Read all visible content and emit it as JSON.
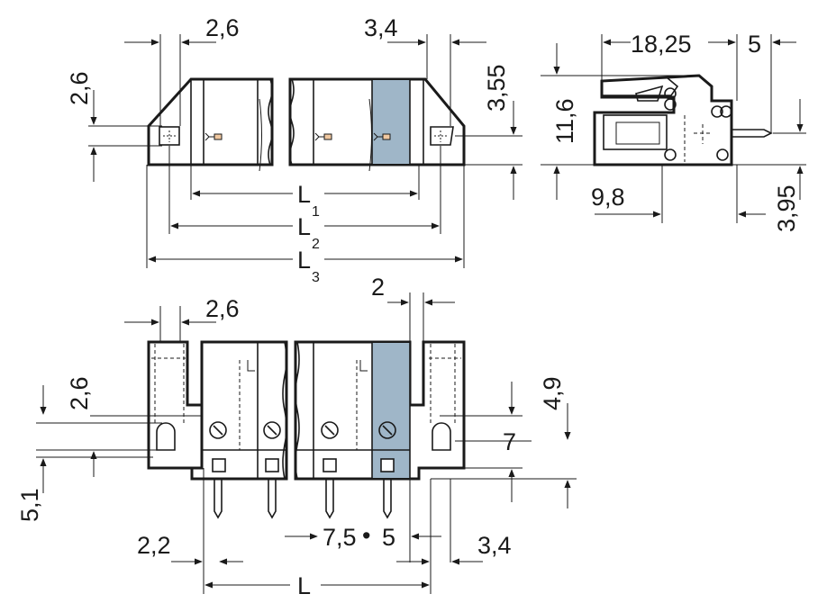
{
  "colors": {
    "housing": "#cfd0d2",
    "housing_dark": "#a8aaad",
    "highlight": "#9fb6c8",
    "outline": "#1a1a1a",
    "pin": "#f0c8a0",
    "background": "#ffffff"
  },
  "dimensions": {
    "top_left_width": "2,6",
    "top_right_width": "3,4",
    "top_left_height": "2,6",
    "top_right_height": "3,55",
    "side_length": "18,25",
    "side_pin": "5",
    "side_height": "11,6",
    "side_depth": "9,8",
    "side_pin_offset": "3,95",
    "front_left_width": "2,6",
    "front_pitch_label": "2",
    "front_left_height": "2,6",
    "front_right_height": "4,9",
    "front_mid_height": "7",
    "front_pin_length": "5,1",
    "front_left_offset": "2,2",
    "front_pitch_a": "7,5",
    "front_pitch_b": "5",
    "front_right_offset": "3,4"
  },
  "lengths": {
    "l1_main": "L",
    "l1_sub": "1",
    "l2_main": "L",
    "l2_sub": "2",
    "l3_main": "L",
    "l3_sub": "3",
    "front_l": "L"
  },
  "separator": "•"
}
